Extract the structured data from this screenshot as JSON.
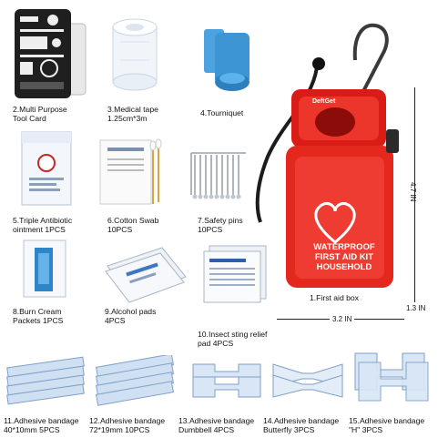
{
  "items": [
    {
      "line1": "2.Multi Purpose",
      "line2": "Tool Card"
    },
    {
      "line1": "3.Medical tape",
      "line2": "1.25cm*3m"
    },
    {
      "line1": "4.Tourniquet",
      "line2": ""
    },
    {
      "line1": "5.Triple Antibiotic",
      "line2": "ointment 1PCS"
    },
    {
      "line1": "6.Cotton Swab",
      "line2": "10PCS"
    },
    {
      "line1": "7.Safety pins",
      "line2": "10PCS"
    },
    {
      "line1": "8.Burn Cream",
      "line2": "Packets 1PCS"
    },
    {
      "line1": "9.Alcohol pads",
      "line2": "4PCS"
    },
    {
      "line1": "10.Insect sting relief",
      "line2": "pad 4PCS"
    },
    {
      "line1": "11.Adhesive bandage",
      "line2": "40*10mm 5PCS"
    },
    {
      "line1": "12.Adhesive bandage",
      "line2": "72*19mm 10PCS"
    },
    {
      "line1": "13.Adhesive bandage",
      "line2": "Dumbbell 4PCS"
    },
    {
      "line1": "14.Adhesive bandage",
      "line2": "Butterfly 3PCS"
    },
    {
      "line1": "15.Adhesive bandage",
      "line2": "\"H\"   3PCS"
    }
  ],
  "box": {
    "label": "1.First aid box",
    "brand": "DeftGet",
    "text_line1": "WATERPROOF",
    "text_line2": "FIRST AID KIT",
    "text_line3": "HOUSEHOLD"
  },
  "dimensions": {
    "height": "4.7 IN",
    "depth": "1.3 IN",
    "width": "3.2 IN"
  },
  "colors": {
    "box": "#e5281e",
    "bandage": "#cfe0f3",
    "tourniquet": "#4da3e0"
  }
}
